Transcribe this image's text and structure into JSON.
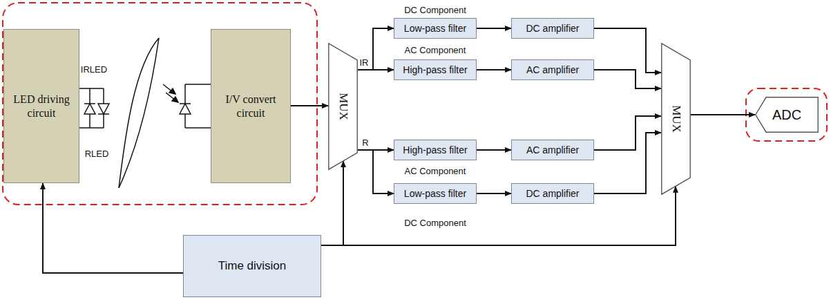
{
  "diagram": {
    "nodes": [
      {
        "text": [
          "LED driving circuit"
        ]
      },
      {
        "text": [
          "I/V convert circuit"
        ]
      },
      {
        "text": [
          "MUX"
        ]
      },
      {
        "text": [
          "Low-pass filter"
        ]
      },
      {
        "text": [
          "DC amplifier"
        ]
      },
      {
        "text": [
          "High-pass filter"
        ]
      },
      {
        "text": [
          "AC amplifier"
        ]
      },
      {
        "text": [
          "High-pass filter"
        ]
      },
      {
        "text": [
          "AC amplifier"
        ]
      },
      {
        "text": [
          "Low-pass filter"
        ]
      },
      {
        "text": [
          "DC amplifier"
        ]
      },
      {
        "text": [
          "MUX"
        ]
      },
      {
        "text": [
          "ADC"
        ]
      },
      {
        "text": [
          "Time division"
        ]
      }
    ],
    "edges": [
      {
        "from": 1,
        "to": 2,
        "arrow": "to"
      },
      {
        "from": 2,
        "to": 3,
        "arrow": "to"
      },
      {
        "from": 2,
        "to": 5,
        "arrow": "to"
      },
      {
        "from": 2,
        "to": 7,
        "arrow": "to"
      },
      {
        "from": 2,
        "to": 9,
        "arrow": "to"
      },
      {
        "from": 3,
        "to": 4,
        "arrow": "to"
      },
      {
        "from": 5,
        "to": 6,
        "arrow": "to"
      },
      {
        "from": 7,
        "to": 8,
        "arrow": "to"
      },
      {
        "from": 9,
        "to": 10,
        "arrow": "to"
      },
      {
        "from": 4,
        "to": 11,
        "arrow": "to"
      },
      {
        "from": 6,
        "to": 11,
        "arrow": "to"
      },
      {
        "from": 8,
        "to": 11,
        "arrow": "to"
      },
      {
        "from": 10,
        "to": 11,
        "arrow": "to"
      },
      {
        "from": 11,
        "to": 12,
        "arrow": "to"
      },
      {
        "from": 13,
        "to": 0,
        "arrow": "to"
      },
      {
        "from": 13,
        "to": 2,
        "arrow": "to"
      },
      {
        "from": 13,
        "to": 11,
        "arrow": "to"
      }
    ],
    "labels": [
      "IRLED",
      "RLED",
      "DC Component",
      "AC Component",
      "AC Component",
      "DC Component",
      "IR",
      "R"
    ]
  }
}
